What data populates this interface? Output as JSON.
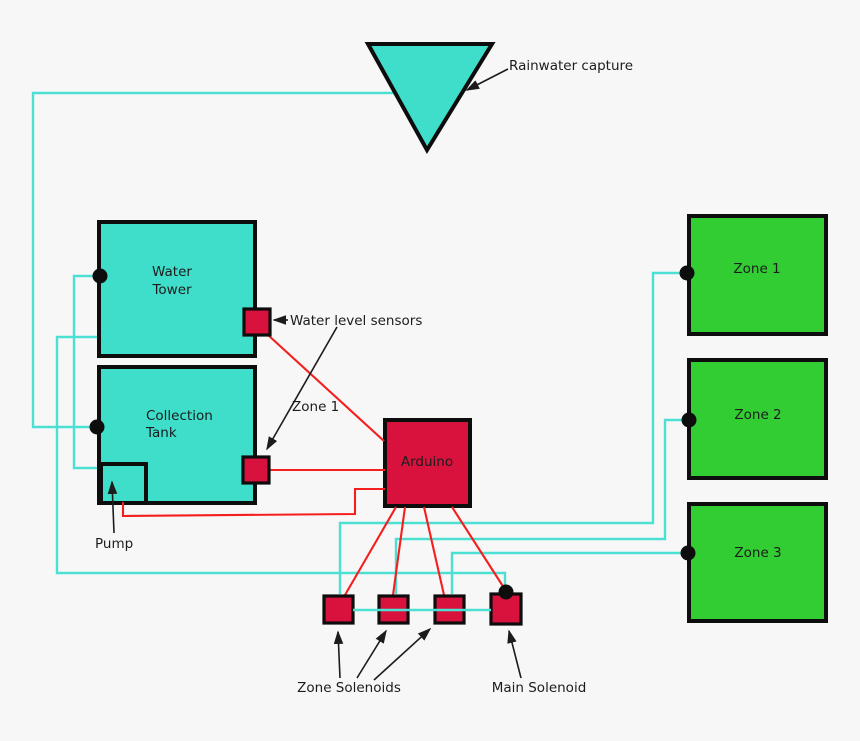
{
  "diagram": {
    "nodes": {
      "rainwater_capture": {
        "label": "Rainwater capture"
      },
      "water_tower": {
        "label_line1": "Water",
        "label_line2": "Tower"
      },
      "collection_tank": {
        "label_line1": "Collection",
        "label_line2": "Tank"
      },
      "pump": {
        "label": "Pump"
      },
      "arduino": {
        "label": "Arduino"
      },
      "zone1": {
        "label": "Zone 1"
      },
      "zone2": {
        "label": "Zone 2"
      },
      "zone3": {
        "label": "Zone 3"
      }
    },
    "annotations": {
      "water_level_sensors": "Water level sensors",
      "zone1_wire": "Zone 1",
      "zone_solenoids": "Zone Solenoids",
      "main_solenoid": "Main Solenoid"
    },
    "colors": {
      "background": "#f7f7f7",
      "tank_fill": "#3fdecb",
      "zone_fill": "#32cd32",
      "device_fill": "#d8123c",
      "pipe": "#4ce0d2",
      "wire": "#f51e1e",
      "outline": "#0d0d0d",
      "annotation": "#1c1c1c"
    }
  }
}
